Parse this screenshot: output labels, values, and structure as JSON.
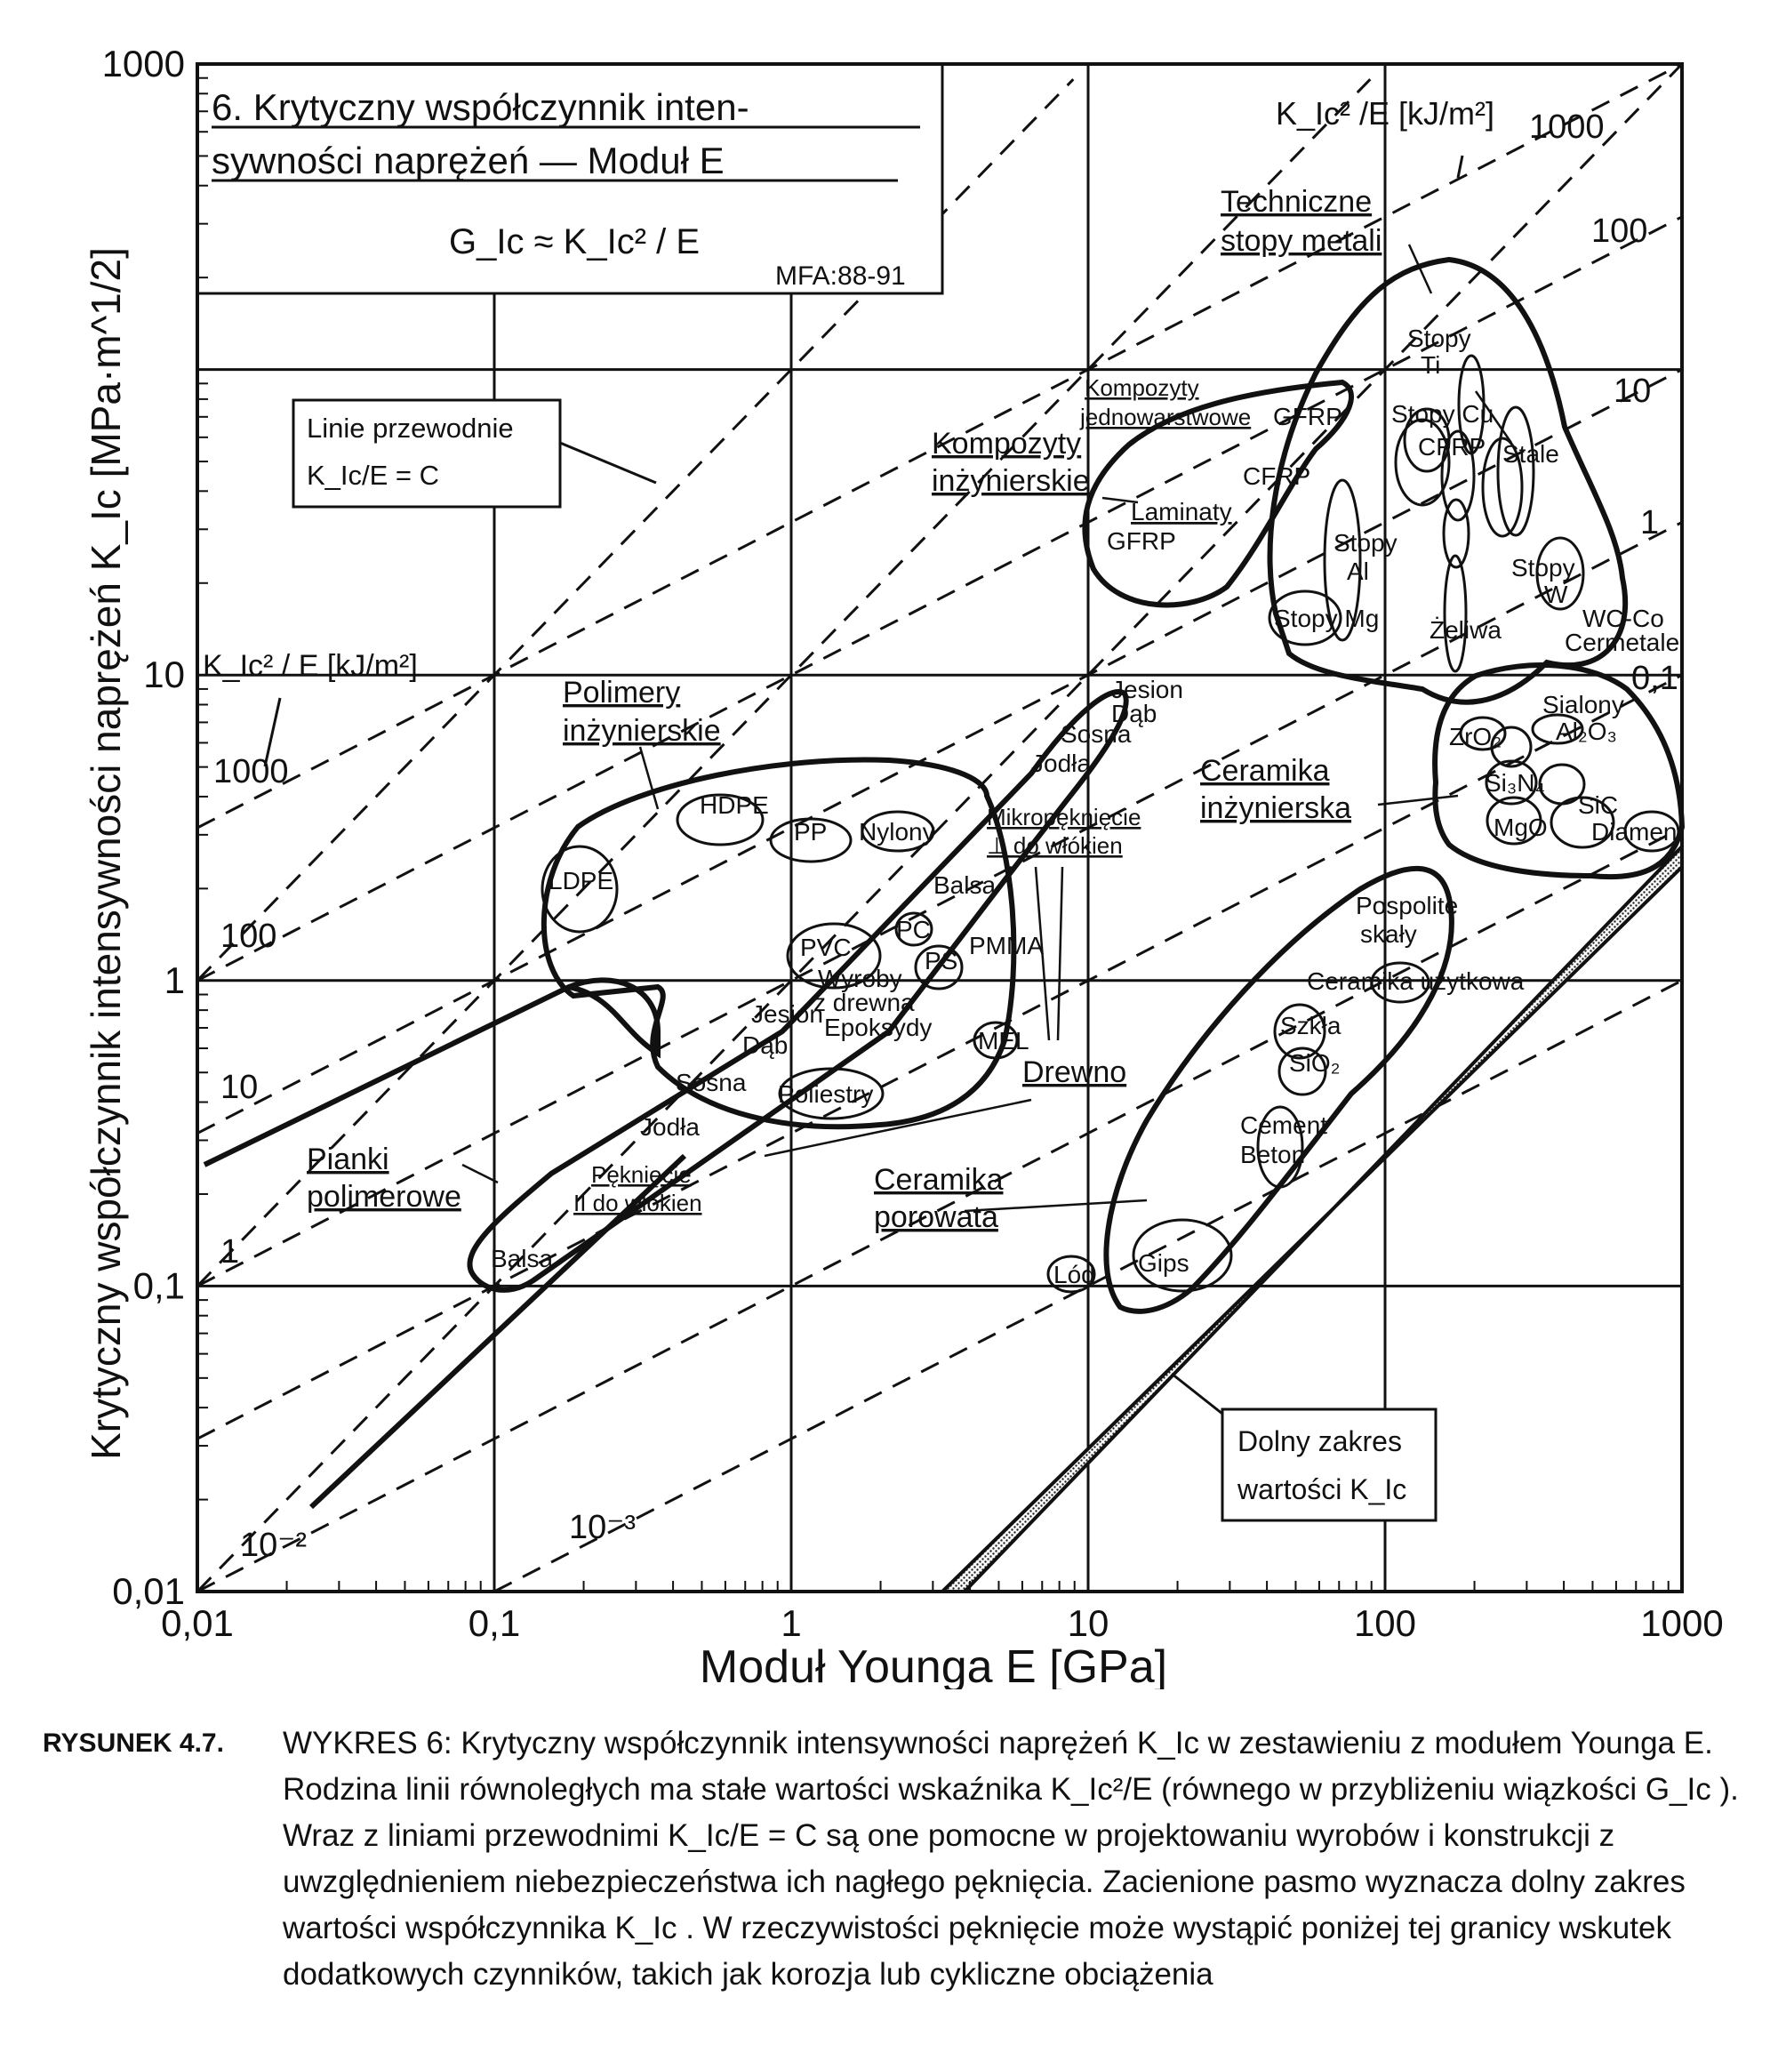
{
  "chart_data": {
    "type": "scatter",
    "x_scale": "log",
    "y_scale": "log",
    "xlim": [
      0.01,
      1000
    ],
    "ylim": [
      0.01,
      1000
    ],
    "grid": true,
    "xlabel": "Moduł Younga  E   [GPa]",
    "ylabel": "Krytyczny współczynnik intensywności naprężeń K_Ic [MPa·m^1/2]",
    "x_ticks": [
      {
        "value": 0.01,
        "label": "0,01"
      },
      {
        "value": 0.1,
        "label": "0,1"
      },
      {
        "value": 1,
        "label": "1"
      },
      {
        "value": 10,
        "label": "10"
      },
      {
        "value": 100,
        "label": "100"
      },
      {
        "value": 1000,
        "label": "1000"
      }
    ],
    "y_ticks": [
      {
        "value": 0.01,
        "label": "0,01"
      },
      {
        "value": 0.1,
        "label": "0,1"
      },
      {
        "value": 1,
        "label": "1"
      },
      {
        "value": 10,
        "label": "10"
      },
      {
        "value": 1000,
        "label": "1000"
      }
    ],
    "title_box": {
      "line1": "6. Krytyczny współczynnik inten-",
      "line2": "sywności naprężeń  — Moduł E",
      "formula": "G_Ic ≈ K_Ic² / E",
      "source": "MFA:88-91"
    },
    "guide_box": {
      "line1": "Linie przewodnie",
      "line2": "K_Ic/E = C"
    },
    "toughness_label_left": "K_Ic² / E [kJ/m²]",
    "toughness_label_top": "K_Ic² /E [kJ/m²]",
    "toughness_contours": [
      {
        "value": 1000,
        "label": "1000"
      },
      {
        "value": 100,
        "label": "100"
      },
      {
        "value": 10,
        "label": "10"
      },
      {
        "value": 1,
        "label": "1"
      },
      {
        "value": 0.1,
        "label": "0,1"
      },
      {
        "value": 0.01,
        "label": "10⁻²"
      },
      {
        "value": 0.001,
        "label": "10⁻³"
      }
    ],
    "lower_limit_box": {
      "line1": "Dolny zakres",
      "line2": "wartości K_Ic"
    },
    "families": [
      {
        "name": "Techniczne stopy metali",
        "members": [
          "Stopy Ti",
          "Stopy Cu",
          "CFRP",
          "Stale",
          "Stopy Al",
          "Stopy Mg",
          "Żeliwa",
          "Stopy W",
          "WC-Co Cermetale"
        ]
      },
      {
        "name": "Kompozyty inżynierskie",
        "members": [
          "Kompozyty jednowarstwowe",
          "GFRP",
          "CFRP",
          "Laminaty GFRP"
        ]
      },
      {
        "name": "Polimery inżynierskie",
        "members": [
          "HDPE",
          "PP",
          "Nylony",
          "LDPE",
          "PVC",
          "PC",
          "PS",
          "PMMA",
          "Wyroby z drewna",
          "Epoksydy",
          "Poliestry",
          "MEL"
        ]
      },
      {
        "name": "Drewno",
        "members": [
          "Jesion",
          "Dąb",
          "Sosna",
          "Jodła",
          "Balsa"
        ]
      },
      {
        "name": "Ceramika inżynierska",
        "members": [
          "Sialony",
          "ZrO2",
          "Al2O3",
          "Si3N4",
          "SiC",
          "MgO",
          "Diament"
        ]
      },
      {
        "name": "Ceramika porowata",
        "members": [
          "Pospolite skały",
          "Ceramika użytkowa",
          "Szkła",
          "SiO2",
          "Cement Beton",
          "Gips",
          "Lód"
        ]
      },
      {
        "name": "Pianki polimerowe",
        "members": []
      }
    ],
    "labels": {
      "techniczne_1": "Techniczne",
      "techniczne_2": "stopy metali",
      "stopy_ti_1": "Stopy",
      "stopy_ti_2": "Ti",
      "stopy_cu": "Stopy Cu",
      "cfrp_metal": "CFRP",
      "stale": "Stale",
      "stopy_al_1": "Stopy",
      "stopy_al_2": "Al",
      "stopy_mg": "Stopy Mg",
      "zeliwa": "Żeliwa",
      "stopy_w_1": "Stopy",
      "stopy_w_2": "W",
      "wcco": "WC-Co",
      "cermetale": "Cermetale",
      "kompozyty_1a": "Kompozyty",
      "kompozyty_1b": "jednowarstwowe",
      "gfrp_top": "GFRP",
      "cfrp_left": "CFRP",
      "kompozyty_inz_1": "Kompozyty",
      "kompozyty_inz_2": "inżynierskie",
      "laminaty": "Laminaty",
      "gfrp_lam": "GFRP",
      "polimery_1": "Polimery",
      "polimery_2": "inżynierskie",
      "hdpe": "HDPE",
      "pp": "PP",
      "nylony": "Nylony",
      "ldpe": "LDPE",
      "balsa_mid": "Balsa",
      "pvc": "PVC",
      "pc": "PC",
      "ps": "PS",
      "pmma": "PMMA",
      "wyroby_1": "Wyroby",
      "wyroby_2": "z drewna",
      "jesion_low": "Jesion",
      "epoksydy": "Epoksydy",
      "dab_low": "Dąb",
      "mel": "MEL",
      "sosna_low": "Sosna",
      "poliestry": "Poliestry",
      "jodla_low": "Jodła",
      "drewno": "Drewno",
      "jesion_hi": "Jesion",
      "dab_hi": "Dąb",
      "sosna_hi": "Sosna",
      "jodla_hi": "Jodła",
      "mikro_1": "Mikropęknięcie",
      "mikro_2": "⊥ do włókien",
      "pekniecie_1": "Pęknięcie",
      "pekniecie_2": "II do włókien",
      "balsa_low": "Balsa",
      "ceramika_inz_1": "Ceramika",
      "ceramika_inz_2": "inżynierska",
      "sialony": "Sialony",
      "zro2": "ZrO₂",
      "al2o3": "Al₂O₃",
      "si3n4": "Si₃N₄",
      "sic": "SiC",
      "mgo": "MgO",
      "diament": "Diament",
      "pospolite_1": "Pospolite",
      "pospolite_2": "skały",
      "ceramika_uzyt": "Ceramika użytkowa",
      "szkla": "Szkła",
      "sio2": "SiO₂",
      "cement": "Cement",
      "beton": "Beton",
      "ceramika_por_1": "Ceramika",
      "ceramika_por_2": "porowata",
      "gips": "Gips",
      "lod": "Lód",
      "pianki_1": "Pianki",
      "pianki_2": "polimerowe"
    }
  },
  "caption": {
    "label": "RYSUNEK 4.7.",
    "text": "WYKRES 6: Krytyczny współczynnik intensywności naprężeń K_Ic w zestawieniu z modułem Younga E. Rodzina linii równoległych ma stałe wartości wskaźnika K_Ic²/E (równego w przybliżeniu wiązkości G_Ic ). Wraz z liniami przewodnimi K_Ic/E = C są one pomocne w projektowaniu wyrobów i konstrukcji z uwzględnieniem niebezpieczeństwa ich nagłego pęknięcia. Zacienione pasmo wyznacza dolny zakres wartości współczynnika K_Ic . W rzeczywistości pęknięcie może wystąpić poniżej tej granicy wskutek dodatkowych czynników, takich jak korozja lub cykliczne obciążenia"
  }
}
